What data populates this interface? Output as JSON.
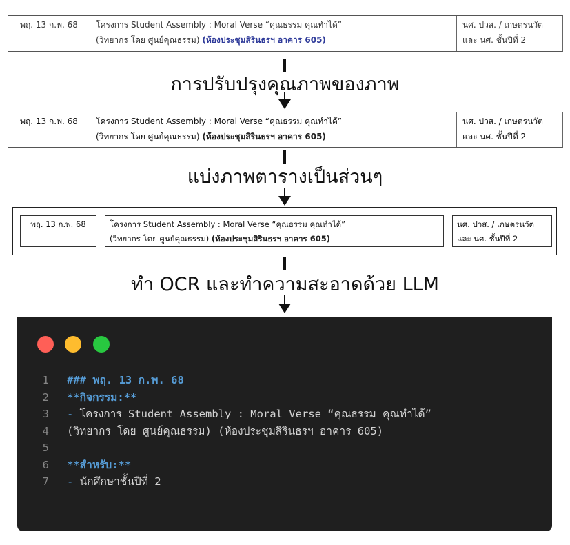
{
  "table_original": {
    "date": "พฤ. 13 ก.พ. 68",
    "activity_line1": "โครงการ Student Assembly : Moral Verse “คุณธรรม คุณทำได้”",
    "activity_line2_a": "(วิทยากร โดย ศูนย์คุณธรรม)",
    "activity_line2_b": "(ห้องประชุมสิรินธรฯ อาคาร 605)",
    "audience_line1": "นศ. ปวส. / เกษตรนวัต",
    "audience_line2": "และ นศ. ชั้นปีที่ 2"
  },
  "step1": {
    "label": "การปรับปรุงคุณภาพของภาพ"
  },
  "table_enhanced": {
    "date": "พฤ. 13 ก.พ. 68",
    "activity_line1": "โครงการ Student Assembly : Moral Verse “คุณธรรม คุณทำได้”",
    "activity_line2_a": "(วิทยากร โดย ศูนย์คุณธรรม)",
    "activity_line2_b": "(ห้องประชุมสิรินธรฯ อาคาร 605)",
    "audience_line1": "นศ. ปวส. / เกษตรนวัต",
    "audience_line2": "และ นศ. ชั้นปีที่ 2"
  },
  "step2": {
    "label": "แบ่งภาพตารางเป็นส่วนๆ"
  },
  "table_segmented": {
    "date": "พฤ. 13 ก.พ. 68",
    "activity_line1": "โครงการ Student Assembly : Moral Verse “คุณธรรม คุณทำได้”",
    "activity_line2_a": "(วิทยากร โดย ศูนย์คุณธรรม)",
    "activity_line2_b": "(ห้องประชุมสิรินธรฯ อาคาร 605)",
    "audience_line1": "นศ. ปวส. / เกษตรนวัต",
    "audience_line2": "และ นศ. ชั้นปีที่ 2"
  },
  "step3": {
    "label": "ทำ OCR และทำความสะอาดด้วย LLM"
  },
  "editor": {
    "window_buttons": {
      "close": "#ff5f57",
      "minimize": "#febc2e",
      "maximize": "#28c840"
    },
    "lines": [
      {
        "num": "1",
        "text": "### พฤ. 13 ก.พ. 68"
      },
      {
        "num": "2",
        "text": "**กิจกรรม:**"
      },
      {
        "num": "3",
        "dash": "-",
        "text": " โครงการ Student Assembly : Moral Verse “คุณธรรม คุณทำได้”"
      },
      {
        "num": "4",
        "text": "(วิทยากร โดย ศูนย์คุณธรรม) (ห้องประชุมสิรินธรฯ อาคาร 605)"
      },
      {
        "num": "5",
        "text": ""
      },
      {
        "num": "6",
        "text": "**สำหรับ:**"
      },
      {
        "num": "7",
        "dash": "-",
        "text": " นักศึกษาชั้นปีที่ 2"
      }
    ]
  }
}
